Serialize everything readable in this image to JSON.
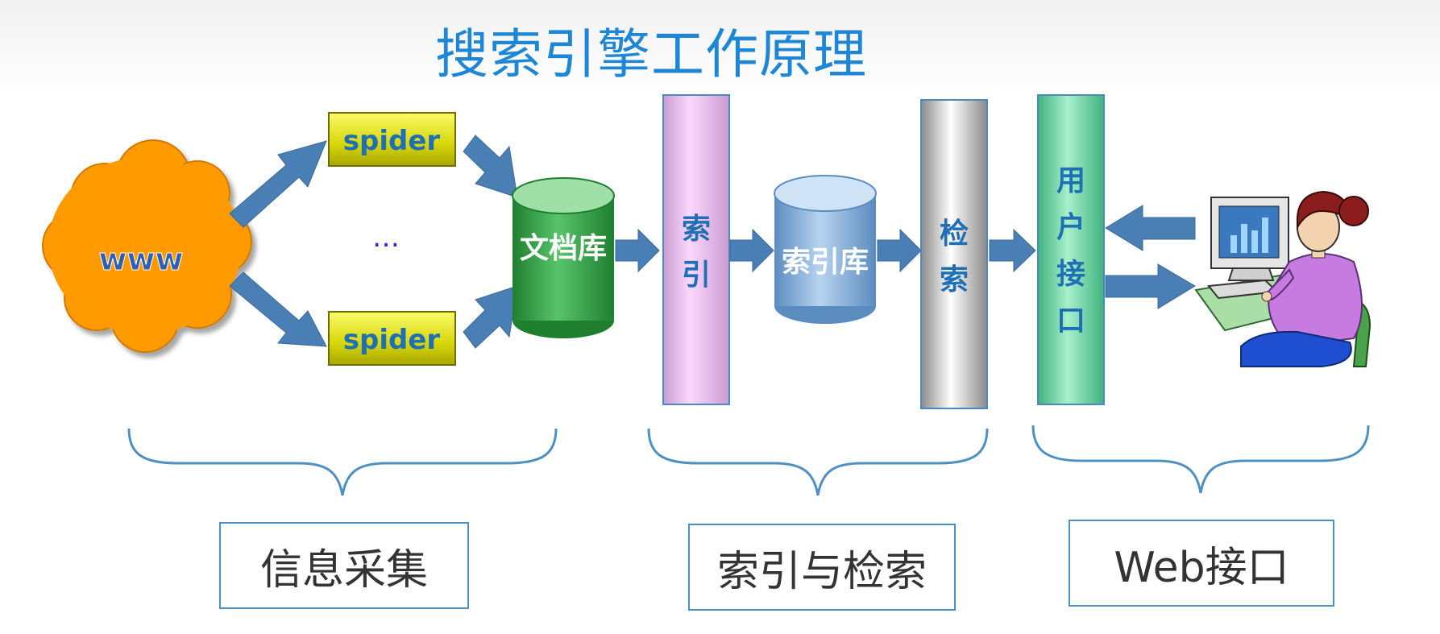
{
  "title": "搜索引擎工作原理",
  "nodes": {
    "www": "www",
    "spider_top": "spider",
    "spider_bottom": "spider",
    "ellipsis": "…",
    "doc_store": "文档库",
    "index_column": [
      "索",
      "引"
    ],
    "index_store": "索引库",
    "retrieval_column": [
      "检",
      "索"
    ],
    "user_interface_column": [
      "用",
      "户",
      "接",
      "口"
    ]
  },
  "categories": {
    "info_collection": "信息采集",
    "index_retrieval": "索引与检索",
    "web_interface": "Web接口"
  },
  "colors": {
    "title": "#1e86d6",
    "arrow": "#4a7fb5",
    "cloud": "#ff9a00",
    "spider_box": "#d9d90a",
    "doc_store": "#3da64f",
    "index_column": "#f3c8f5",
    "index_store": "#8cb4dc",
    "retrieval_column": "#c8c8c8",
    "user_interface_column": "#6fd9a4",
    "bracket": "#4f90c2"
  },
  "icons": {
    "user_at_computer": "user-at-computer-icon"
  }
}
